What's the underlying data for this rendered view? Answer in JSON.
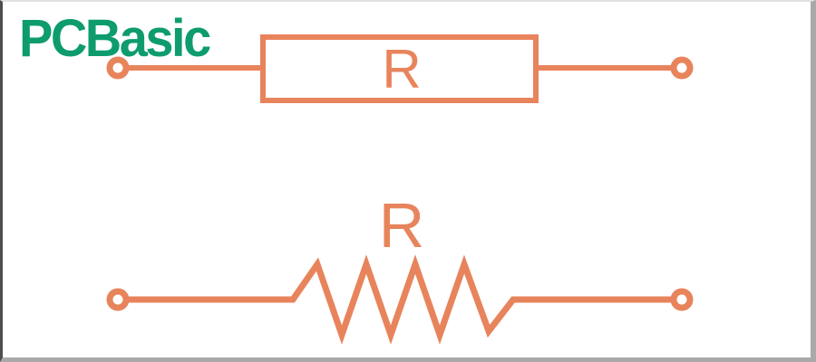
{
  "logo": {
    "text": "PCBasic",
    "color": "#0E9C6E"
  },
  "diagram": {
    "accent_color": "#E8845C",
    "box_symbol": {
      "label": "R"
    },
    "zigzag_symbol": {
      "label": "R"
    }
  },
  "frame": {
    "border_color_right_bottom": "#A9A9A9",
    "border_color_left": "#4E4E50",
    "background": "#FFFFFF"
  }
}
